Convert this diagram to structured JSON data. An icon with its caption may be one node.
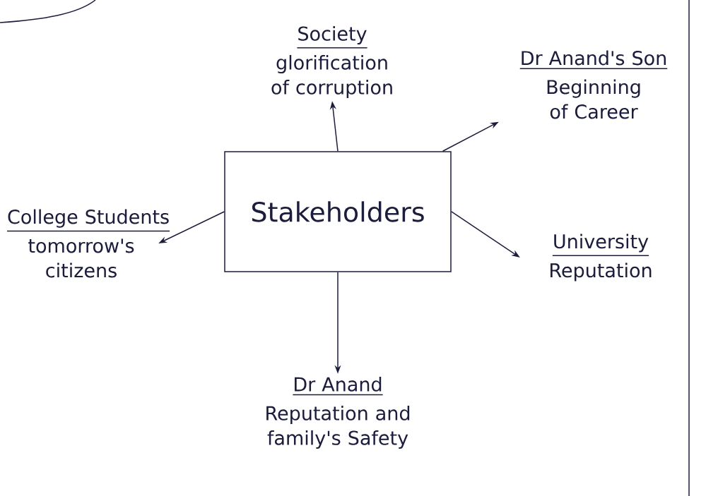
{
  "diagram": {
    "nodes": [
      {
        "text": [
          "Stakeholders"
        ]
      },
      {
        "text": [
          "Society",
          "glorification of corruption"
        ]
      },
      {
        "text": [
          "Dr Anand's Son",
          "Beginning of Career"
        ]
      },
      {
        "text": [
          "College Students",
          "tomorrow's citizens"
        ]
      },
      {
        "text": [
          "University",
          "Reputation"
        ]
      },
      {
        "text": [
          "Dr Anand",
          "Reputation and family's Safety"
        ]
      }
    ],
    "edges": [
      {
        "from": 0,
        "to": 1,
        "arrow": "to"
      },
      {
        "from": 0,
        "to": 2,
        "arrow": "to"
      },
      {
        "from": 0,
        "to": 3,
        "arrow": "to"
      },
      {
        "from": 0,
        "to": 4,
        "arrow": "to"
      },
      {
        "from": 0,
        "to": 5,
        "arrow": "to"
      }
    ]
  }
}
